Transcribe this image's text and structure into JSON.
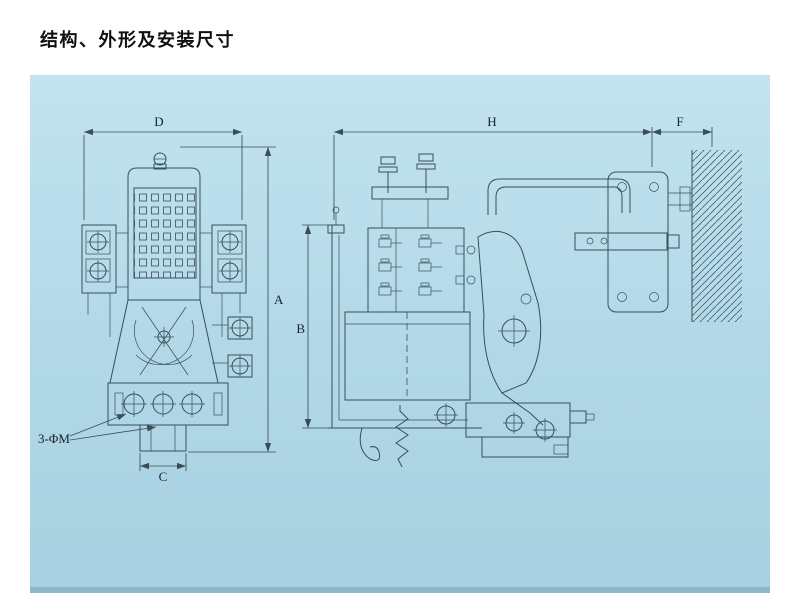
{
  "slide": {
    "title": "结构、外形及安装尺寸"
  },
  "diagram": {
    "panel_color": "#b3d9e8",
    "line_color": "#3b4d58",
    "labels": {
      "width_top": "D",
      "height_overall": "A",
      "height_side": "B",
      "foot_width": "C",
      "depth_overall": "H",
      "wall_offset": "F",
      "mounting_holes": "3-ΦM"
    }
  }
}
